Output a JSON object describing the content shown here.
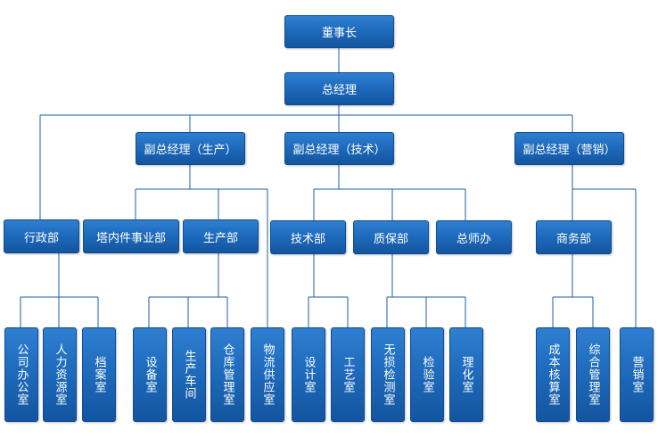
{
  "org": {
    "chairman": "董事长",
    "general_manager": "总经理",
    "vp_production": "副总经理（生产）",
    "vp_technology": "副总经理（技术）",
    "vp_marketing": "副总经理（营销）",
    "admin_dept": "行政部",
    "tower_dept": "塔内件事业部",
    "production_dept": "生产部",
    "tech_dept": "技术部",
    "qa_dept": "质保部",
    "chief_engineer_office": "总师办",
    "business_dept": "商务部",
    "office": "公司办公室",
    "hr_office": "人力资源室",
    "archive_office": "档案室",
    "equipment_office": "设备室",
    "production_workshop": "生产车间",
    "warehouse_office": "仓库管理室",
    "supply_office": "物流供应室",
    "design_office": "设计室",
    "process_office": "工艺室",
    "ndt_office": "无损检测室",
    "inspection_office": "检验室",
    "physchem_office": "理化室",
    "cost_office": "成本核算室",
    "general_mgmt_office": "综合管理室",
    "sales_office": "营销室"
  },
  "colors": {
    "box": "#1f6bbd",
    "line": "#1a5fa8"
  }
}
